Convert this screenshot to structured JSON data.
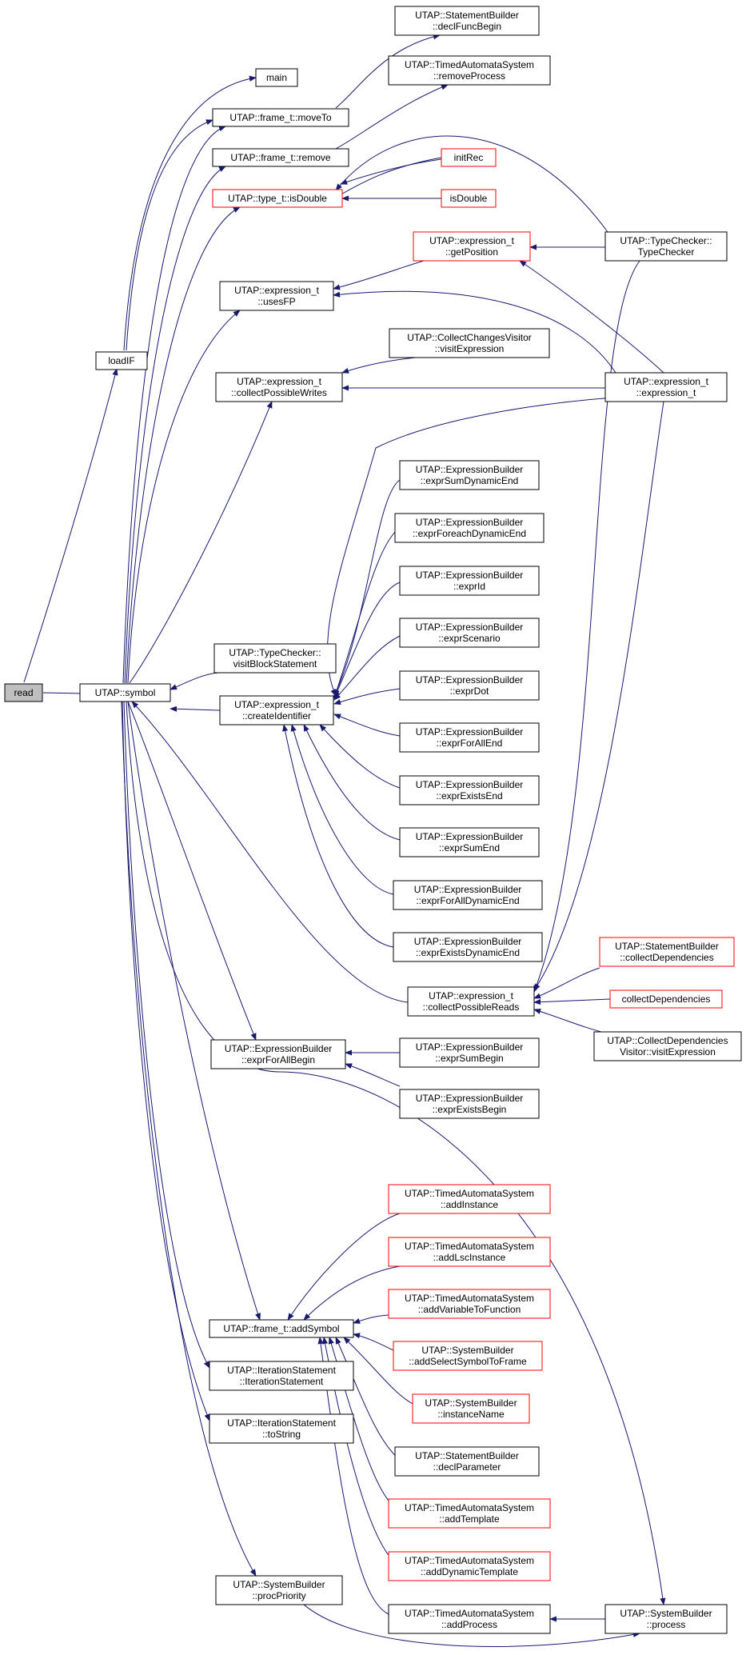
{
  "colors": {
    "edge": "#191970",
    "box_border": "#000000",
    "box_border_truncated": "#ff0000",
    "box_fill": "#ffffff",
    "root_fill": "#bfbfbf",
    "text": "#000000"
  },
  "nodes": [
    {
      "id": "read",
      "lines": [
        "read"
      ],
      "root": true
    },
    {
      "id": "symbol",
      "lines": [
        "UTAP::symbol"
      ]
    },
    {
      "id": "loadIF",
      "lines": [
        "loadIF"
      ]
    },
    {
      "id": "main",
      "lines": [
        "main"
      ]
    },
    {
      "id": "moveTo",
      "lines": [
        "UTAP::frame_t::moveTo"
      ]
    },
    {
      "id": "declFuncBegin",
      "lines": [
        "UTAP::StatementBuilder",
        "::declFuncBegin"
      ]
    },
    {
      "id": "removeProcess",
      "lines": [
        "UTAP::TimedAutomataSystem",
        "::removeProcess"
      ]
    },
    {
      "id": "remove",
      "lines": [
        "UTAP::frame_t::remove"
      ]
    },
    {
      "id": "isDoubleType",
      "lines": [
        "UTAP::type_t::isDouble"
      ],
      "truncated": true
    },
    {
      "id": "initRec",
      "lines": [
        "initRec"
      ],
      "truncated": true
    },
    {
      "id": "isDouble",
      "lines": [
        "isDouble"
      ],
      "truncated": true
    },
    {
      "id": "getPosition",
      "lines": [
        "UTAP::expression_t",
        "::getPosition"
      ],
      "truncated": true
    },
    {
      "id": "typeChecker",
      "lines": [
        "UTAP::TypeChecker::",
        "TypeChecker"
      ]
    },
    {
      "id": "usesFP",
      "lines": [
        "UTAP::expression_t",
        "::usesFP"
      ]
    },
    {
      "id": "collectChangesVisitor",
      "lines": [
        "UTAP::CollectChangesVisitor",
        "::visitExpression"
      ]
    },
    {
      "id": "collectPossibleWrites",
      "lines": [
        "UTAP::expression_t",
        "::collectPossibleWrites"
      ]
    },
    {
      "id": "exprCtor",
      "lines": [
        "UTAP::expression_t",
        "::expression_t"
      ]
    },
    {
      "id": "exprSumDynamicEnd",
      "lines": [
        "UTAP::ExpressionBuilder",
        "::exprSumDynamicEnd"
      ]
    },
    {
      "id": "exprForeachDynamicEnd",
      "lines": [
        "UTAP::ExpressionBuilder",
        "::exprForeachDynamicEnd"
      ]
    },
    {
      "id": "exprId",
      "lines": [
        "UTAP::ExpressionBuilder",
        "::exprId"
      ]
    },
    {
      "id": "exprScenario",
      "lines": [
        "UTAP::ExpressionBuilder",
        "::exprScenario"
      ]
    },
    {
      "id": "visitBlockStatement",
      "lines": [
        "UTAP::TypeChecker::",
        "visitBlockStatement"
      ]
    },
    {
      "id": "exprDot",
      "lines": [
        "UTAP::ExpressionBuilder",
        "::exprDot"
      ]
    },
    {
      "id": "createIdentifier",
      "lines": [
        "UTAP::expression_t",
        "::createIdentifier"
      ]
    },
    {
      "id": "exprForAllEnd",
      "lines": [
        "UTAP::ExpressionBuilder",
        "::exprForAllEnd"
      ]
    },
    {
      "id": "exprExistsEnd",
      "lines": [
        "UTAP::ExpressionBuilder",
        "::exprExistsEnd"
      ]
    },
    {
      "id": "exprSumEnd",
      "lines": [
        "UTAP::ExpressionBuilder",
        "::exprSumEnd"
      ]
    },
    {
      "id": "exprForAllDynamicEnd",
      "lines": [
        "UTAP::ExpressionBuilder",
        "::exprForAllDynamicEnd"
      ]
    },
    {
      "id": "exprExistsDynamicEnd",
      "lines": [
        "UTAP::ExpressionBuilder",
        "::exprExistsDynamicEnd"
      ]
    },
    {
      "id": "sbCollectDependencies",
      "lines": [
        "UTAP::StatementBuilder",
        "::collectDependencies"
      ],
      "truncated": true
    },
    {
      "id": "collectPossibleReads",
      "lines": [
        "UTAP::expression_t",
        "::collectPossibleReads"
      ]
    },
    {
      "id": "collectDependencies",
      "lines": [
        "collectDependencies"
      ],
      "truncated": true
    },
    {
      "id": "collectDepVisitor",
      "lines": [
        "UTAP::CollectDependencies",
        "Visitor::visitExpression"
      ]
    },
    {
      "id": "exprForAllBegin",
      "lines": [
        "UTAP::ExpressionBuilder",
        "::exprForAllBegin"
      ]
    },
    {
      "id": "exprSumBegin",
      "lines": [
        "UTAP::ExpressionBuilder",
        "::exprSumBegin"
      ]
    },
    {
      "id": "exprExistsBegin",
      "lines": [
        "UTAP::ExpressionBuilder",
        "::exprExistsBegin"
      ]
    },
    {
      "id": "addInstance",
      "lines": [
        "UTAP::TimedAutomataSystem",
        "::addInstance"
      ],
      "truncated": true
    },
    {
      "id": "addLscInstance",
      "lines": [
        "UTAP::TimedAutomataSystem",
        "::addLscInstance"
      ],
      "truncated": true
    },
    {
      "id": "addVariableToFunction",
      "lines": [
        "UTAP::TimedAutomataSystem",
        "::addVariableToFunction"
      ],
      "truncated": true
    },
    {
      "id": "addSymbol",
      "lines": [
        "UTAP::frame_t::addSymbol"
      ]
    },
    {
      "id": "addSelectSymbolToFrame",
      "lines": [
        "UTAP::SystemBuilder",
        "::addSelectSymbolToFrame"
      ],
      "truncated": true
    },
    {
      "id": "iterationStatement",
      "lines": [
        "UTAP::IterationStatement",
        "::IterationStatement"
      ]
    },
    {
      "id": "instanceName",
      "lines": [
        "UTAP::SystemBuilder",
        "::instanceName"
      ],
      "truncated": true
    },
    {
      "id": "iterToString",
      "lines": [
        "UTAP::IterationStatement",
        "::toString"
      ]
    },
    {
      "id": "declParameter",
      "lines": [
        "UTAP::StatementBuilder",
        "::declParameter"
      ]
    },
    {
      "id": "addTemplate",
      "lines": [
        "UTAP::TimedAutomataSystem",
        "::addTemplate"
      ],
      "truncated": true
    },
    {
      "id": "addDynamicTemplate",
      "lines": [
        "UTAP::TimedAutomataSystem",
        "::addDynamicTemplate"
      ],
      "truncated": true
    },
    {
      "id": "procPriority",
      "lines": [
        "UTAP::SystemBuilder",
        "::procPriority"
      ]
    },
    {
      "id": "addProcess",
      "lines": [
        "UTAP::TimedAutomataSystem",
        "::addProcess"
      ]
    },
    {
      "id": "sbProcess",
      "lines": [
        "UTAP::SystemBuilder",
        "::process"
      ]
    }
  ]
}
